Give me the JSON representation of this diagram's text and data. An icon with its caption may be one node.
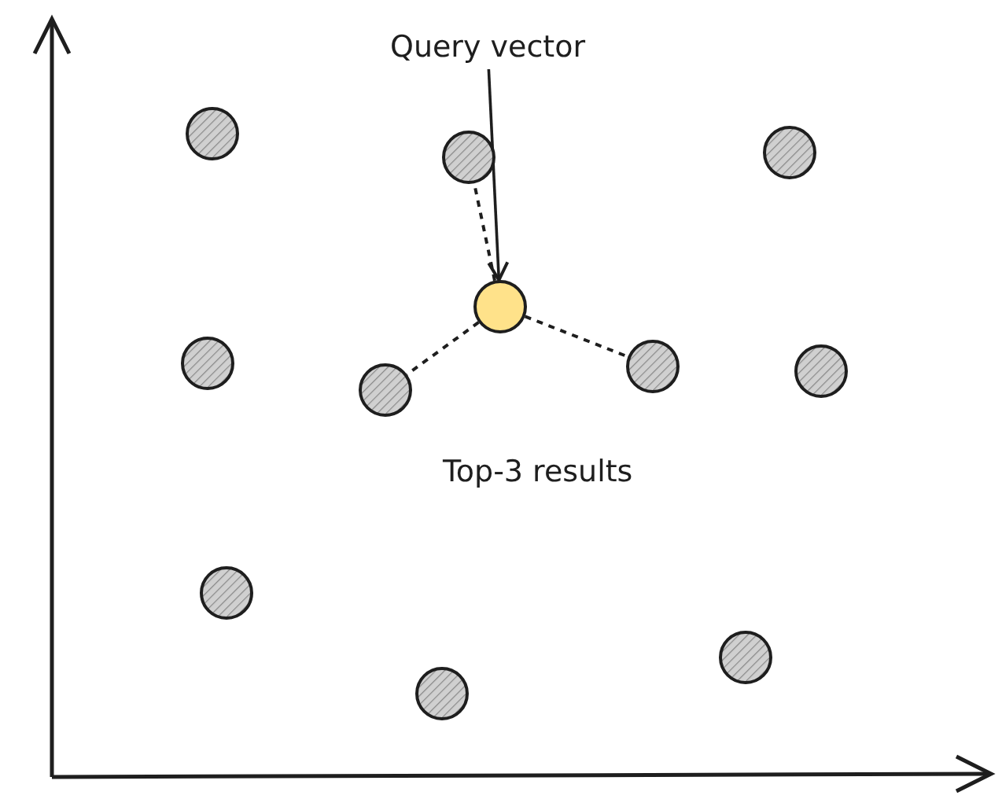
{
  "diagram": {
    "nodes": [
      {
        "text": [
          "Query vector"
        ]
      },
      {
        "text": [],
        "shape": "circle"
      },
      {
        "text": [],
        "shape": "circle"
      },
      {
        "text": [],
        "shape": "circle"
      },
      {
        "text": [],
        "shape": "circle"
      },
      {
        "text": [],
        "shape": "circle"
      },
      {
        "text": [],
        "shape": "circle"
      },
      {
        "text": [],
        "shape": "circle"
      },
      {
        "text": [],
        "shape": "circle"
      },
      {
        "text": [],
        "shape": "circle"
      },
      {
        "text": [],
        "shape": "circle"
      },
      {
        "text": [],
        "shape": "circle"
      }
    ],
    "edges": [
      {
        "from": 0,
        "to": 4,
        "arrow": "to"
      },
      {
        "from": 4,
        "to": 2,
        "arrow": "none",
        "style": "dashed"
      },
      {
        "from": 4,
        "to": 6,
        "arrow": "none",
        "style": "dashed"
      },
      {
        "from": 4,
        "to": 7,
        "arrow": "none",
        "style": "dashed"
      }
    ],
    "labels": [
      "Top-3 results"
    ]
  }
}
